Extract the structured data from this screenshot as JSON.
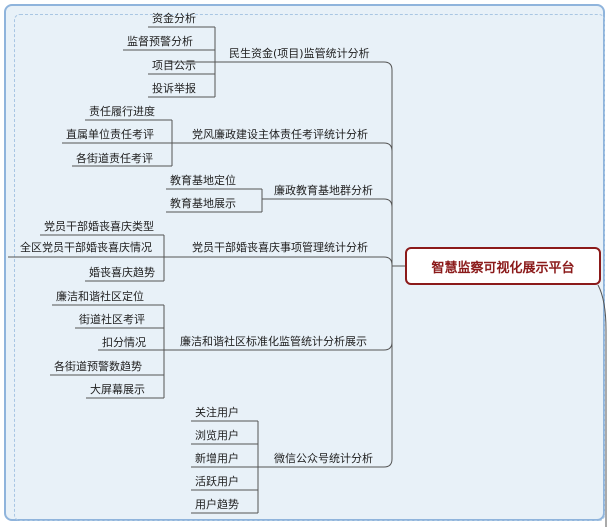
{
  "root": "智慧监察可视化展示平台",
  "branches": [
    {
      "label": "民生资金(项目)监管统计分析",
      "children": [
        "资金分析",
        "监督预警分析",
        "项目公示",
        "投诉举报"
      ]
    },
    {
      "label": "党风廉政建设主体责任考评统计分析",
      "children": [
        "责任履行进度",
        "直属单位责任考评",
        "各街道责任考评"
      ]
    },
    {
      "label": "廉政教育基地群分析",
      "children": [
        "教育基地定位",
        "教育基地展示"
      ]
    },
    {
      "label": "党员干部婚丧喜庆事项管理统计分析",
      "children": [
        "党员干部婚丧喜庆类型",
        "全区党员干部婚丧喜庆情况",
        "婚丧喜庆趋势"
      ]
    },
    {
      "label": "廉洁和谐社区标准化监管统计分析展示",
      "children": [
        "廉洁和谐社区定位",
        "街道社区考评",
        "扣分情况",
        "各街道预警数趋势",
        "大屏幕展示"
      ]
    },
    {
      "label": "微信公众号统计分析",
      "children": [
        "关注用户",
        "浏览用户",
        "新增用户",
        "活跃用户",
        "用户趋势"
      ]
    }
  ],
  "colors": {
    "line": "#555555",
    "root_border": "#8b1a1a",
    "frame": "#8fb4dc",
    "bg": "#e8f1f8"
  }
}
